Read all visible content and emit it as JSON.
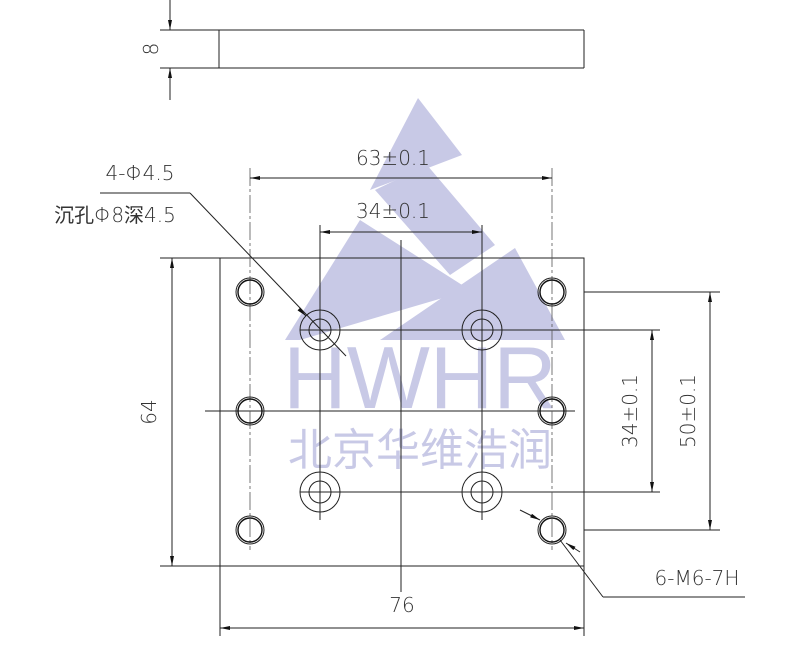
{
  "watermark": {
    "logo_text": "HWHR",
    "company": "北京华维浩润",
    "color": "#c8c9e6"
  },
  "side_view": {
    "thickness": "8"
  },
  "dimensions": {
    "outer_hole_spacing_x": "63±0.1",
    "inner_hole_spacing_x": "34±0.1",
    "plate_height": "64",
    "plate_width": "76",
    "inner_hole_spacing_y": "34±0.1",
    "outer_hole_spacing_y": "50±0.1"
  },
  "callouts": {
    "counterbore_line1": "4-Φ4.5",
    "counterbore_line2": "沉孔Φ8深4.5",
    "threaded_holes": "6-M6-7H"
  }
}
